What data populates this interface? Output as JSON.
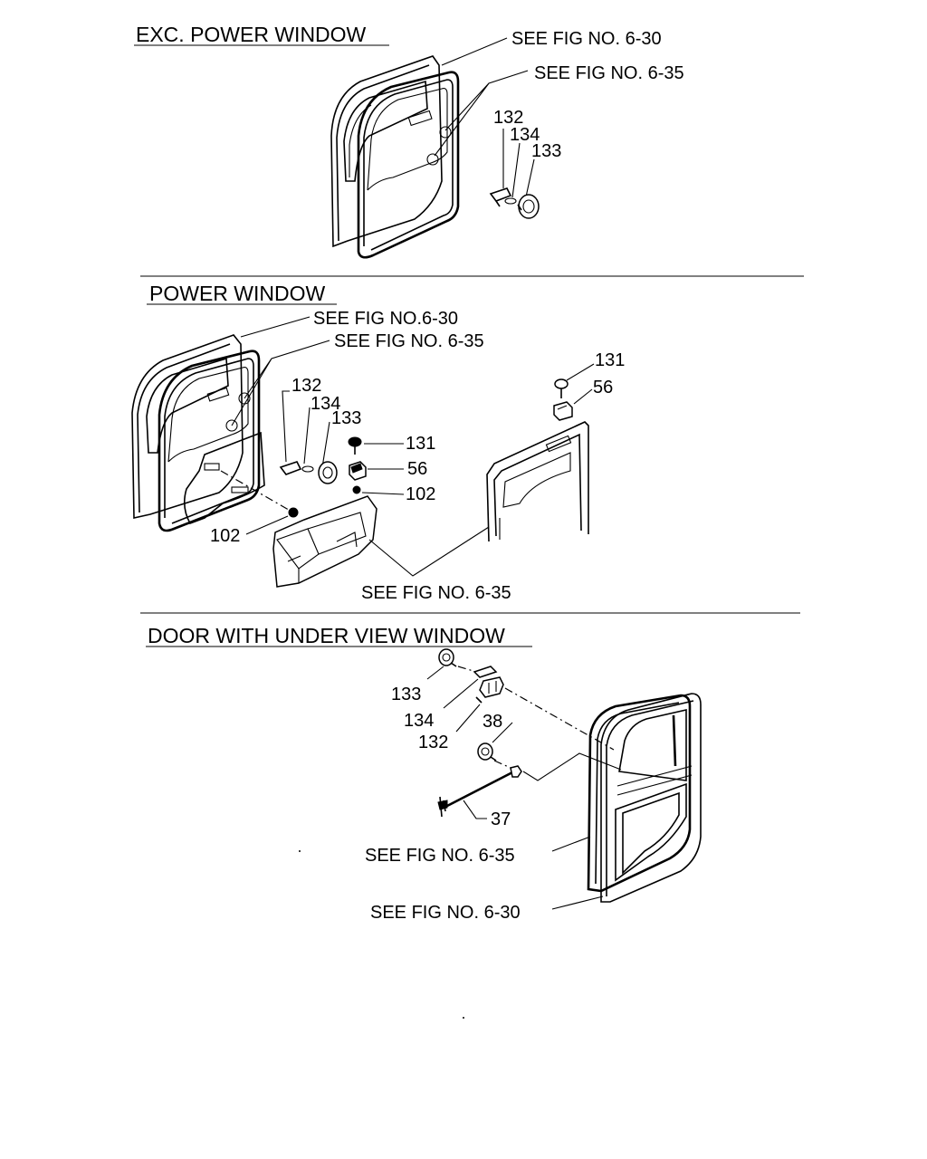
{
  "sections": [
    {
      "title": "EXC. POWER WINDOW",
      "refs": [
        "SEE FIG NO. 6-30",
        "SEE FIG NO. 6-35"
      ],
      "parts": [
        "132",
        "134",
        "133"
      ]
    },
    {
      "title": "POWER WINDOW",
      "refs": [
        "SEE FIG NO.6-30",
        "SEE FIG NO. 6-35",
        "SEE FIG NO. 6-35"
      ],
      "parts": [
        "131",
        "56",
        "132",
        "134",
        "133",
        "131",
        "56",
        "102",
        "102"
      ]
    },
    {
      "title": "DOOR WITH UNDER VIEW WINDOW",
      "refs": [
        "SEE FIG NO. 6-35",
        "SEE FIG NO. 6-30"
      ],
      "parts": [
        "133",
        "134",
        "132",
        "38",
        "37"
      ]
    }
  ]
}
